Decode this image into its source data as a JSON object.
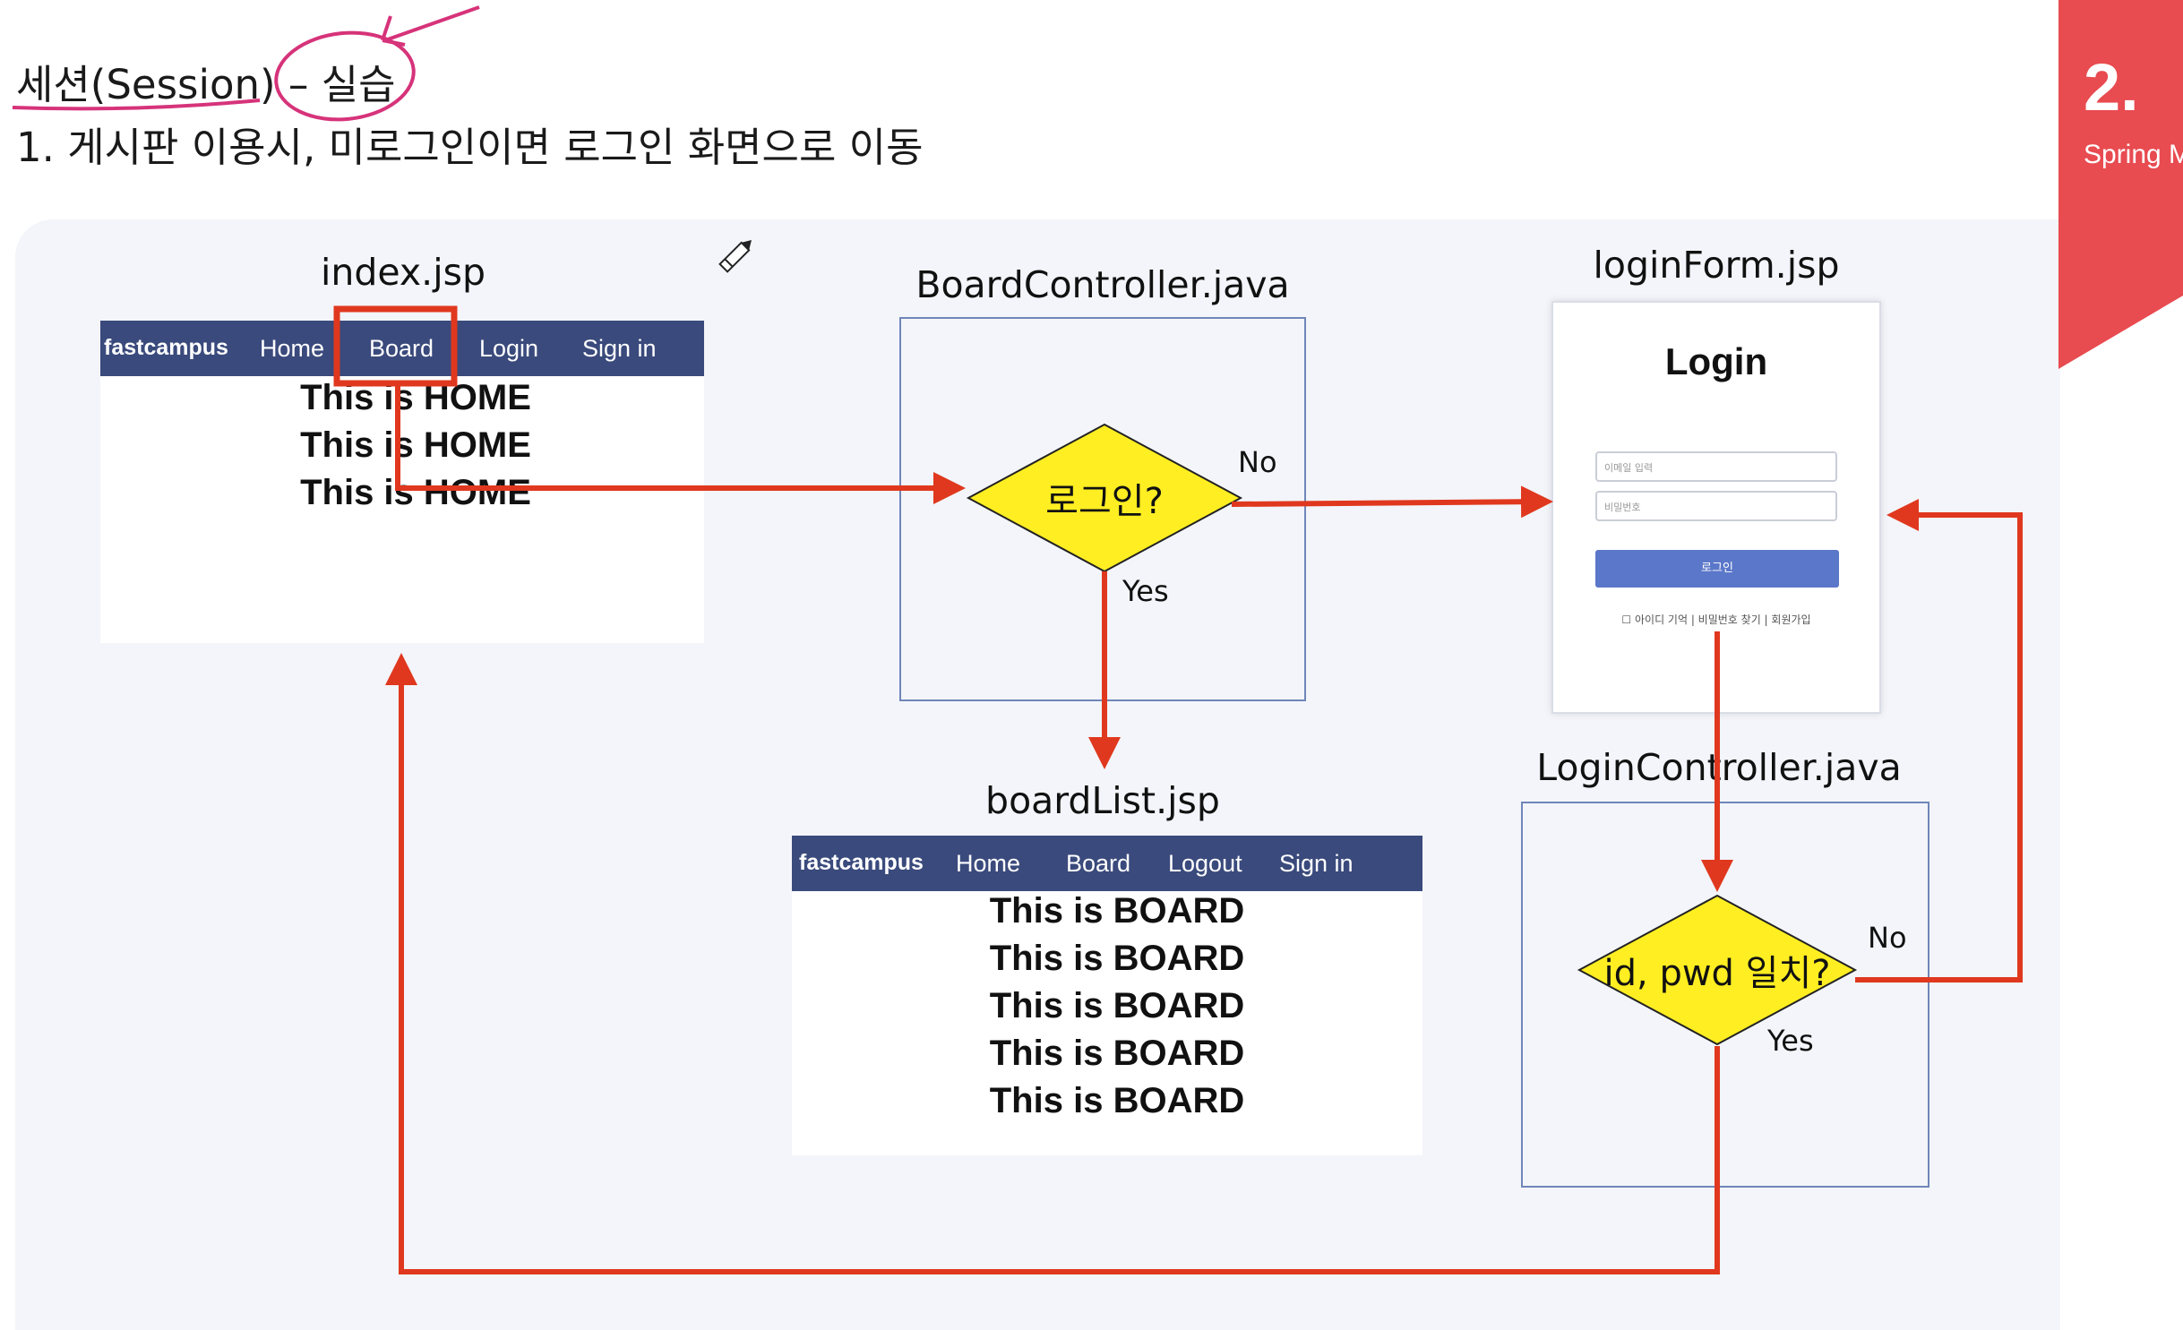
{
  "header": {
    "title": "세션(Session) – 실습",
    "subtitle": "1. 게시판 이용시, 미로그인이면 로그인 화면으로 이동"
  },
  "corner": {
    "number": "2.",
    "text": "Spring M"
  },
  "colors": {
    "arrow": "#e0381e",
    "navbar": "#3a4a7c",
    "decision": "#ffee22",
    "highlight": "#e0381e",
    "corner": "#e84b50",
    "annotation": "#d6337a"
  },
  "index": {
    "label": "index.jsp",
    "nav": [
      "fastcampus",
      "Home",
      "Board",
      "Login",
      "Sign in"
    ],
    "lines": [
      "This is HOME",
      "This is HOME",
      "This is HOME"
    ]
  },
  "board_controller": {
    "label": "BoardController.java",
    "decision": "로그인?",
    "yes": "Yes",
    "no": "No"
  },
  "login_form": {
    "label": "loginForm.jsp",
    "title": "Login",
    "id_placeholder": "이메일 입력",
    "pw_placeholder": "비밀번호",
    "button": "로그인",
    "links": "☐ 아이디 기억 | 비밀번호 찾기 | 회원가입"
  },
  "board_list": {
    "label": "boardList.jsp",
    "nav": [
      "fastcampus",
      "Home",
      "Board",
      "Logout",
      "Sign in"
    ],
    "lines": [
      "This is BOARD",
      "This is BOARD",
      "This is BOARD",
      "This is BOARD",
      "This is BOARD"
    ]
  },
  "login_controller": {
    "label": "LoginController.java",
    "decision": "id, pwd 일치?",
    "yes": "Yes",
    "no": "No"
  }
}
